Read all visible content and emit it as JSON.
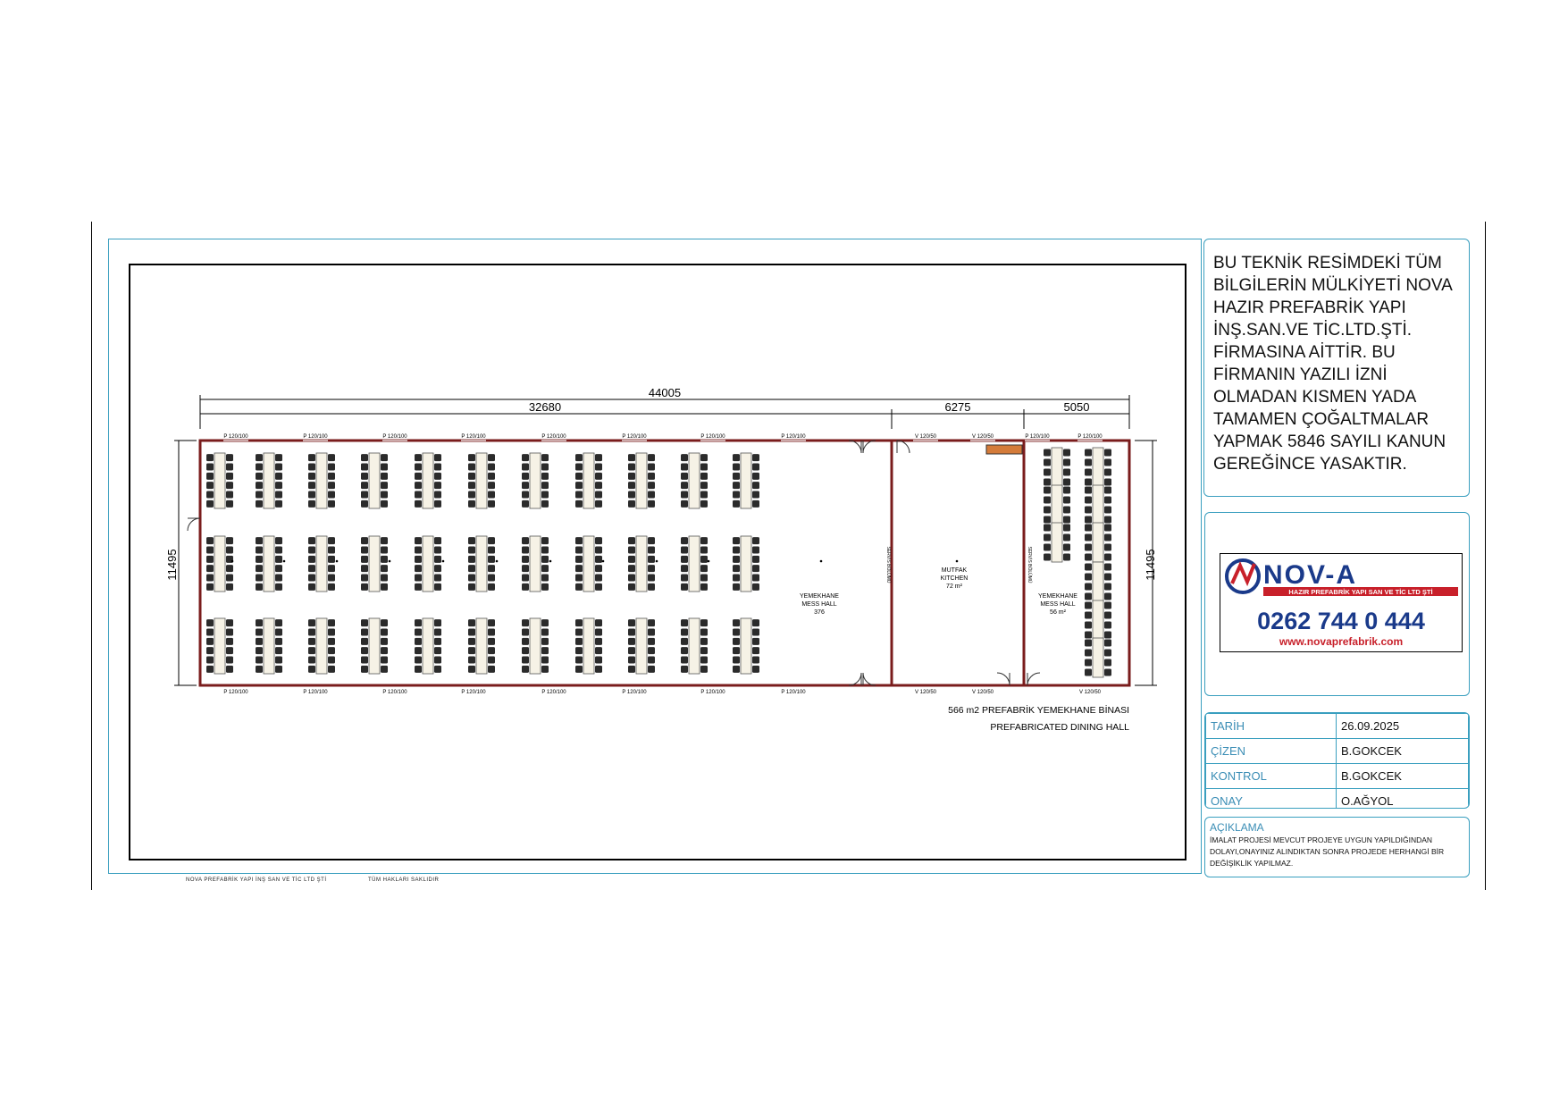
{
  "notice": {
    "text": "BU TEKNİK RESİMDEKİ TÜM BİLGİLERİN MÜLKİYETİ NOVA HAZIR PREFABRİK YAPI İNŞ.SAN.VE TİC.LTD.ŞTİ. FİRMASINA AİTTİR. BU FİRMANIN YAZILI İZNİ OLMADAN KISMEN YADA TAMAMEN ÇOĞALTMALAR YAPMAK 5846 SAYILI KANUN GEREĞİNCE YASAKTIR."
  },
  "logo": {
    "brand": "NOV-A",
    "subtitle": "HAZIR PREFABRİK YAPI SAN VE TİC LTD ŞTİ",
    "phone": "0262 744 0 444",
    "website": "www.novaprefabrik.com"
  },
  "info": {
    "rows": [
      {
        "label": "TARİH",
        "value": "26.09.2025"
      },
      {
        "label": "ÇİZEN",
        "value": "B.GOKCEK"
      },
      {
        "label": "KONTROL",
        "value": "B.GOKCEK"
      },
      {
        "label": "ONAY",
        "value": "O.AĞYOL"
      }
    ]
  },
  "description": {
    "title": "AÇIKLAMA",
    "text": "İMALAT PROJESİ MEVCUT PROJEYE UYGUN YAPILDIĞINDAN DOLAYI,ONAYINIZ ALINDIKTAN SONRA PROJEDE HERHANGİ BİR DEĞİŞİKLİK YAPILMAZ."
  },
  "plan": {
    "dim_total": "44005",
    "dim_a": "32680",
    "dim_b": "6275",
    "dim_c": "5050",
    "dim_height_left": "11495",
    "dim_height_right": "11495",
    "title_line1": "566 m2 PREFABRİK YEMEKHANE BİNASI",
    "title_line2": "PREFABRICATED DINING HALL",
    "rooms": {
      "mess_main": [
        "YEMEKHANE",
        "MESS HALL",
        "376"
      ],
      "kitchen": [
        "MUTFAK",
        "KITCHEN",
        "72 m²"
      ],
      "mess_small": [
        "YEMEKHANE",
        "MESS HALL",
        "56 m²"
      ]
    },
    "window_top_labels": [
      "P 120/100",
      "P 120/100",
      "P 120/100",
      "P 120/100",
      "P 120/100",
      "P 120/100",
      "P 120/100",
      "P 120/100",
      "V 120/50",
      "V 120/50",
      "P 120/100",
      "P 120/100"
    ],
    "window_bottom_labels": [
      "P 120/100",
      "P 120/100",
      "P 120/100",
      "P 120/100",
      "P 120/100",
      "P 120/100",
      "P 120/100",
      "P 120/100",
      "V 120/50",
      "V 120/50",
      "V 120/50"
    ],
    "partition_label": "SERVİS BÖLÜMÜ"
  },
  "footer": {
    "left": "NOVA PREFABRİK YAPI İNŞ SAN VE TİC LTD ŞTİ",
    "right": "TÜM HAKLARI SAKLIDIR"
  }
}
